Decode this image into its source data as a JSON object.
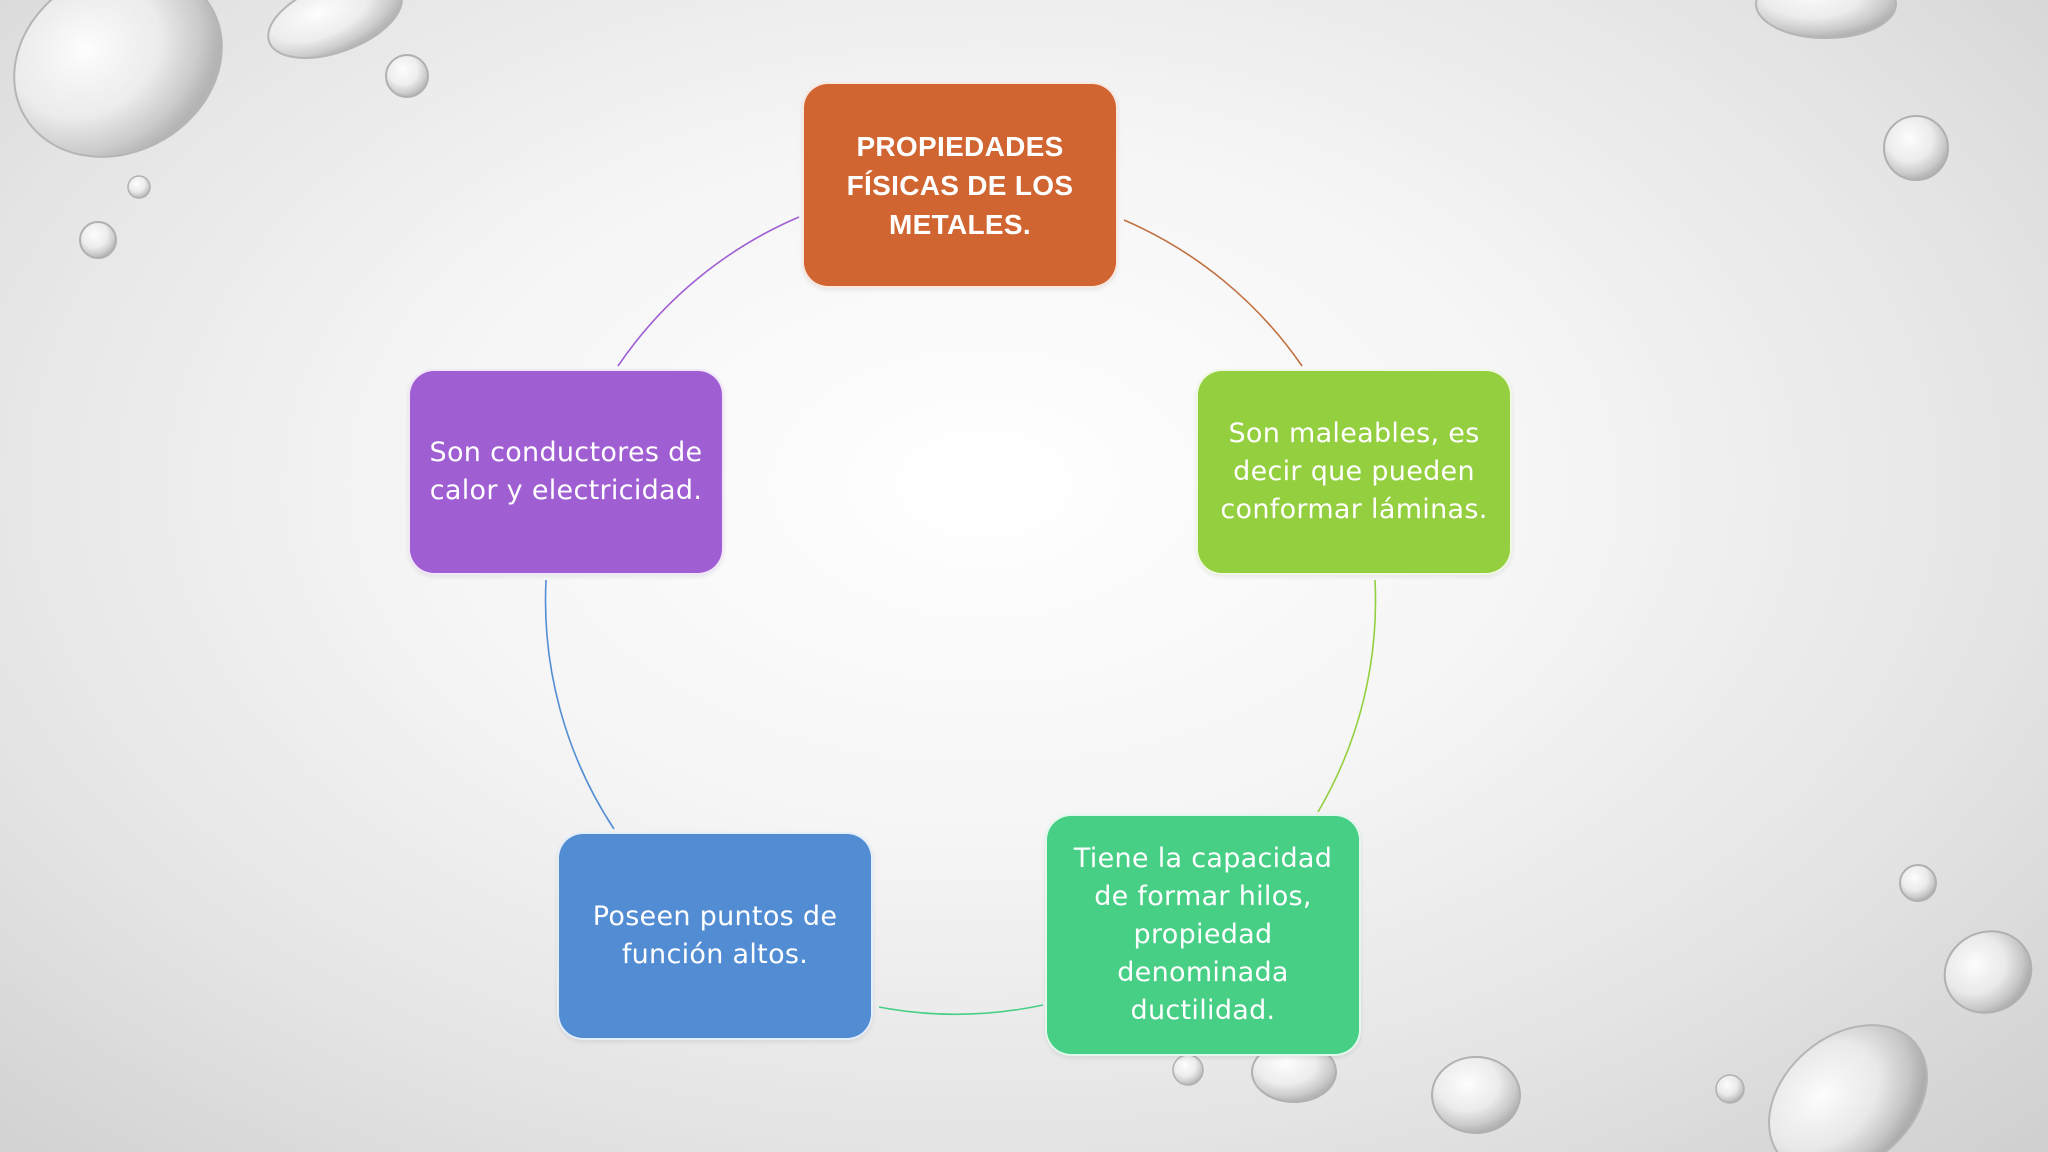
{
  "diagram": {
    "center": {
      "text": "PROPIEDADES FÍSICAS DE LOS METALES.",
      "color": "#d06532"
    },
    "items": [
      {
        "text": "Son maleables, es decir que pueden conformar láminas.",
        "color": "#94cf3f"
      },
      {
        "text": "Tiene la capacidad de formar hilos, propiedad denominada ductilidad.",
        "color": "#47cf86"
      },
      {
        "text": "Poseen puntos de función altos.",
        "color": "#528dd4"
      },
      {
        "text": "Son conductores de calor y electricidad.",
        "color": "#a05ed3"
      }
    ],
    "connector_colors": [
      "#c0703e",
      "#94cf3f",
      "#47cf86",
      "#528dd4",
      "#a05ed3"
    ]
  },
  "background": {
    "decoration": "water-droplets"
  }
}
